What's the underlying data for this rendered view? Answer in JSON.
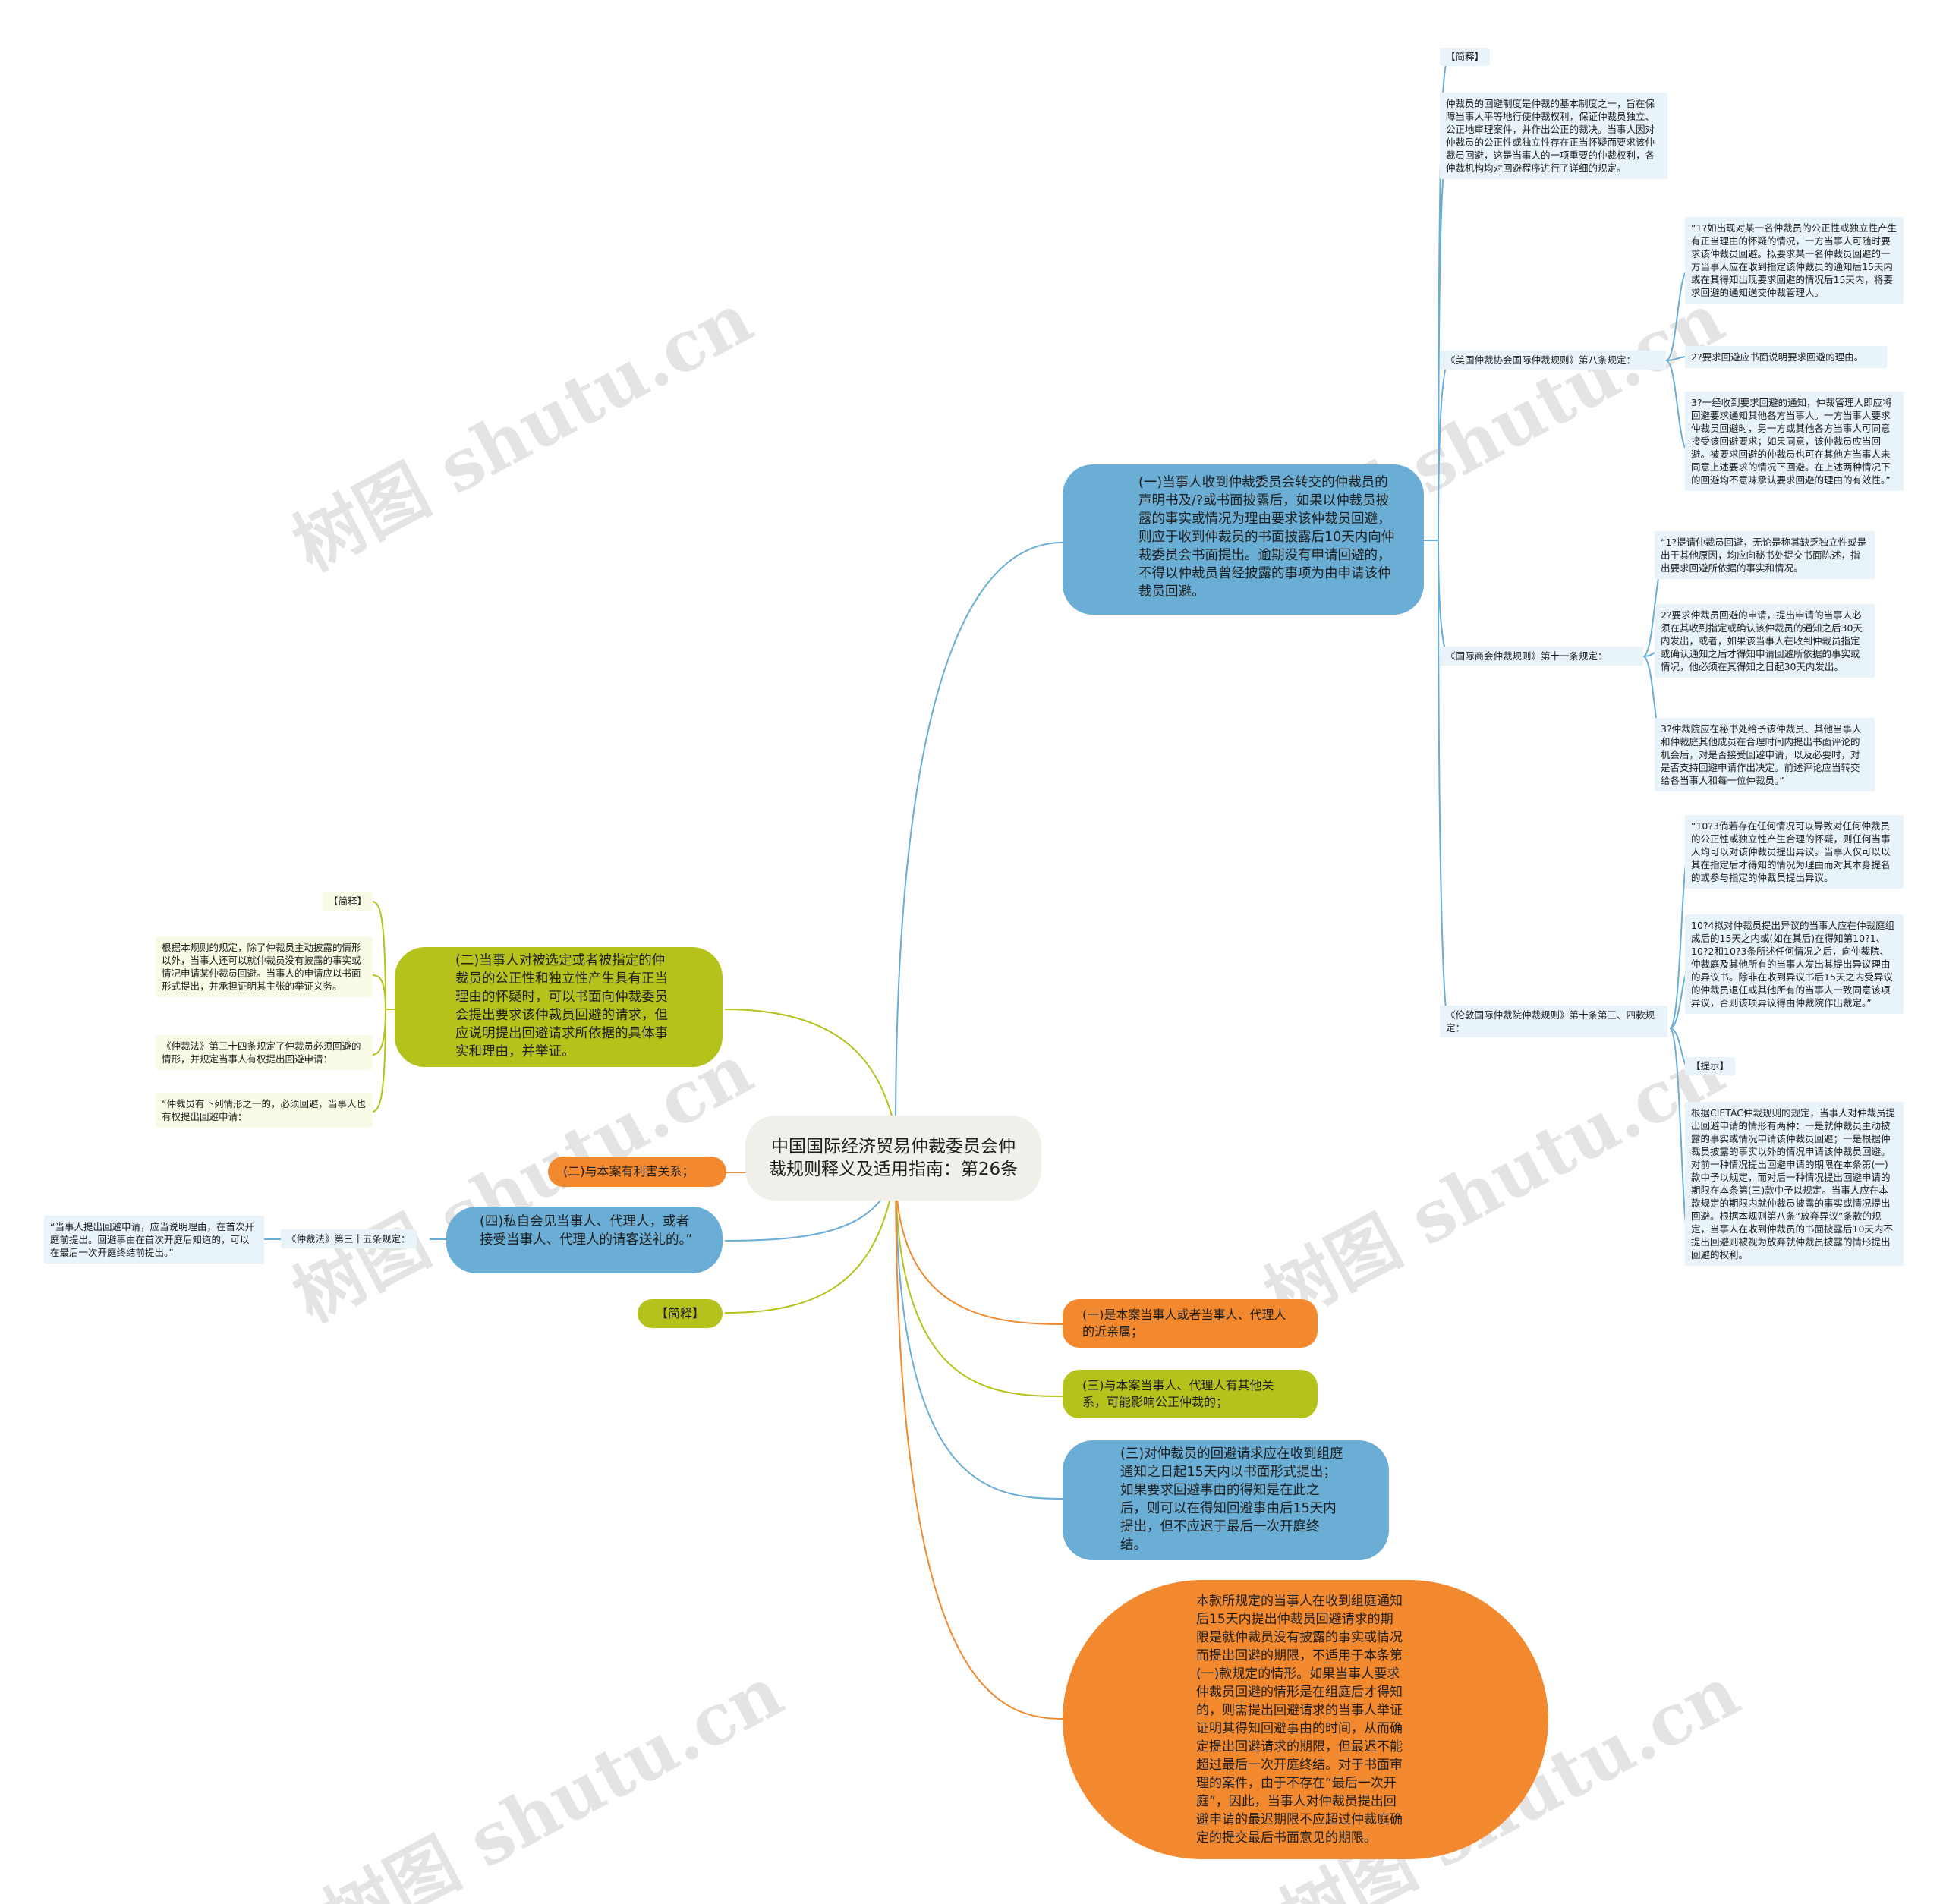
{
  "center": "中国国际经济贸易仲裁委员会仲裁规则释义及适用指南：第26条",
  "watermark": "树图 shutu.cn",
  "colors": {
    "blue_branch": "#6aaed5",
    "orange_branch": "#f2892e",
    "olive_branch": "#b6c21c",
    "blue_leaf_bg": "#e8f3fa",
    "yellow_leaf_bg": "#fafbe6",
    "center_bg": "#f0efe9"
  },
  "right": {
    "b1": "(一)当事人收到仲裁委员会转交的仲裁员的声明书及/?或书面披露后，如果以仲裁员披露的事实或情况为理由要求该仲裁员回避，则应于收到仲裁员的书面披露后10天内向仲裁委员会书面提出。逾期没有申请回避的，不得以仲裁员曾经披露的事项为由申请该仲裁员回避。",
    "b1_jianshi_tag": "【简释】",
    "b1_jianshi_text": "仲裁员的回避制度是仲裁的基本制度之一，旨在保障当事人平等地行使仲裁权利，保证仲裁员独立、公正地审理案件，并作出公正的裁决。当事人因对仲裁员的公正性或独立性存在正当怀疑而要求该仲裁员回避，这是当事人的一项重要的仲裁权利，各仲裁机构均对回避程序进行了详细的规定。",
    "aaa_label": "《美国仲裁协会国际仲裁规则》第八条规定：",
    "aaa_items": [
      "“1?如出现对某一名仲裁员的公正性或独立性产生有正当理由的怀疑的情况，一方当事人可随时要求该仲裁员回避。拟要求某一名仲裁员回避的一方当事人应在收到指定该仲裁员的通知后15天内或在其得知出现要求回避的情况后15天内，将要求回避的通知送交仲裁管理人。",
      "2?要求回避应书面说明要求回避的理由。",
      "3?一经收到要求回避的通知，仲裁管理人即应将回避要求通知其他各方当事人。一方当事人要求仲裁员回避时，另一方或其他各方当事人可同意接受该回避要求；如果同意，该仲裁员应当回避。被要求回避的仲裁员也可在其他方当事人未同意上述要求的情况下回避。在上述两种情况下的回避均不意味承认要求回避的理由的有效性。”"
    ],
    "icc_label": "《国际商会仲裁规则》第十一条规定：",
    "icc_items": [
      "“1?提请仲裁员回避，无论是称其缺乏独立性或是出于其他原因，均应向秘书处提交书面陈述，指出要求回避所依据的事实和情况。",
      "2?要求仲裁员回避的申请，提出申请的当事人必须在其收到指定或确认该仲裁员的通知之后30天内发出，或者，如果该当事人在收到仲裁员指定或确认通知之后才得知申请回避所依据的事实或情况，他必须在其得知之日起30天内发出。",
      "3?仲裁院应在秘书处给予该仲裁员、其他当事人和仲裁庭其他成员在合理时间内提出书面评论的机会后，对是否接受回避申请，以及必要时，对是否支持回避申请作出决定。前述评论应当转交给各当事人和每一位仲裁员。”"
    ],
    "lcia_label": "《伦敦国际仲裁院仲裁规则》第十条第三、四款规定：",
    "lcia_items": [
      "“10?3倘若存在任何情况可以导致对任何仲裁员的公正性或独立性产生合理的怀疑，则任何当事人均可以对该仲裁员提出异议。当事人仅可以以其在指定后才得知的情况为理由而对其本身提名的或参与指定的仲裁员提出异议。",
      "10?4拟对仲裁员提出异议的当事人应在仲裁庭组成后的15天之内或(如在其后)在得知第10?1、10?2和10?3条所述任何情况之后，向仲裁院、仲裁庭及其他所有的当事人发出其提出异议理由的异议书。除非在收到异议书后15天之内受异议的仲裁员退任或其他所有的当事人一致同意该项异议，否则该项异议得由仲裁院作出裁定。”"
    ],
    "tishi_tag": "【提示】",
    "tishi_text": "根据CIETAC仲裁规则的规定，当事人对仲裁员提出回避申请的情形有两种：一是就仲裁员主动披露的事实或情况申请该仲裁员回避；一是根据仲裁员披露的事实以外的情况申请该仲裁员回避。对前一种情况提出回避申请的期限在本条第(一)款中予以规定，而对后一种情况提出回避申请的期限在本条第(三)款中予以规定。当事人应在本款规定的期限内就仲裁员披露的事实或情况提出回避。根据本规则第八条“放弃异议”条款的规定，当事人在收到仲裁员的书面披露后10天内不提出回避则被视为放弃就仲裁员披露的情形提出回避的权利。",
    "r_orange1": "(一)是本案当事人或者当事人、代理人的近亲属；",
    "r_olive1": "(三)与本案当事人、代理人有其他关系，可能影响公正仲裁的；",
    "r_blue2": "(三)对仲裁员的回避请求应在收到组庭通知之日起15天内以书面形式提出；如果要求回避事由的得知是在此之后，则可以在得知回避事由后15天内提出，但不应迟于最后一次开庭终结。",
    "r_big_orange": "本款所规定的当事人在收到组庭通知后15天内提出仲裁员回避请求的期限是就仲裁员没有披露的事实或情况而提出回避的期限，不适用于本条第(一)款规定的情形。如果当事人要求仲裁员回避的情形是在组庭后才得知的，则需提出回避请求的当事人举证证明其得知回避事由的时间，从而确定提出回避请求的期限，但最迟不能超过最后一次开庭终结。对于书面审理的案件，由于不存在“最后一次开庭”，因此，当事人对仲裁员提出回避申请的最迟期限不应超过仲裁庭确定的提交最后书面意见的期限。"
  },
  "left": {
    "l_olive": "(二)当事人对被选定或者被指定的仲裁员的公正性和独立性产生具有正当理由的怀疑时，可以书面向仲裁委员会提出要求该仲裁员回避的请求，但应说明提出回避请求所依据的具体事实和理由，并举证。",
    "l_olive_tag": "【简释】",
    "l_olive_texts": [
      "根据本规则的规定，除了仲裁员主动披露的情形以外，当事人还可以就仲裁员没有披露的事实或情况申请某仲裁员回避。当事人的申请应以书面形式提出，并承担证明其主张的举证义务。",
      "《仲裁法》第三十四条规定了仲裁员必须回避的情形，并规定当事人有权提出回避申请：",
      "“仲裁员有下列情形之一的，必须回避，当事人也有权提出回避申请："
    ],
    "l_orange": "(二)与本案有利害关系；",
    "l_blue": "(四)私自会见当事人、代理人，或者接受当事人、代理人的请客送礼的。”",
    "l_blue_label": "《仲裁法》第三十五条规定：",
    "l_blue_text": "“当事人提出回避申请，应当说明理由，在首次开庭前提出。回避事由在首次开庭后知道的，可以在最后一次开庭终结前提出。”",
    "l_olive2_tag": "【简释】"
  }
}
